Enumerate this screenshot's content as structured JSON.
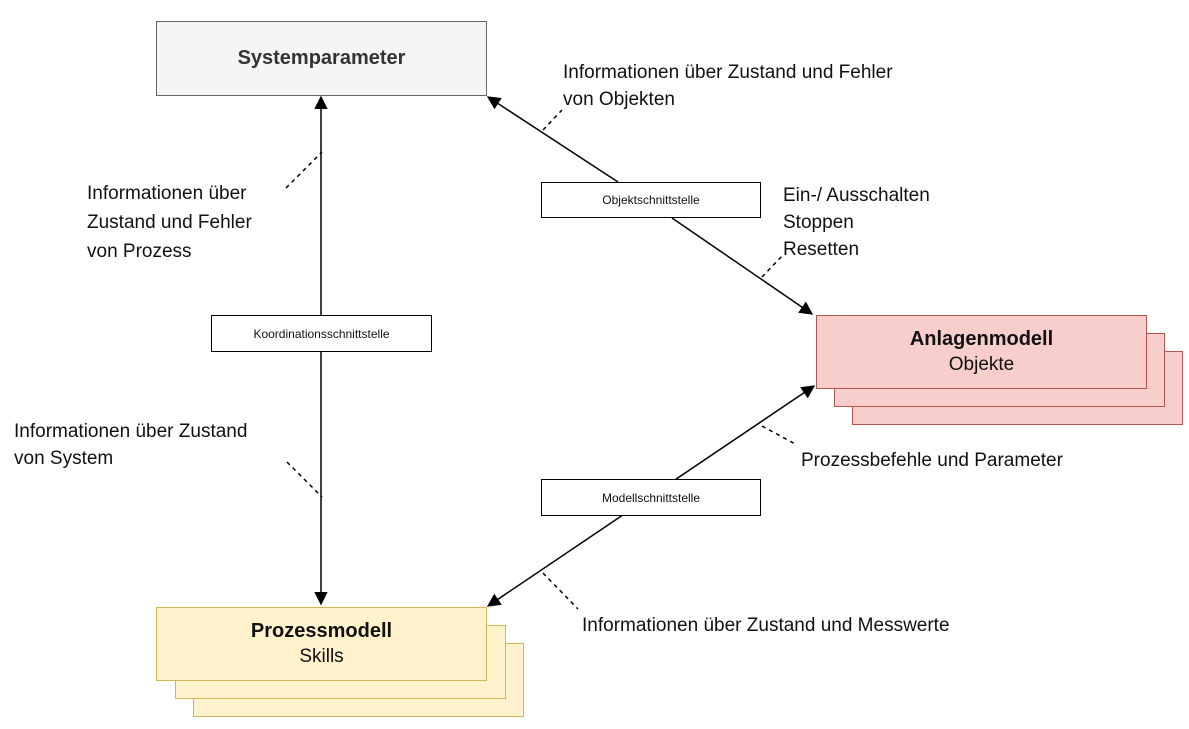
{
  "nodes": {
    "systemparameter": {
      "title": "Systemparameter"
    },
    "anlagenmodell": {
      "title": "Anlagenmodell",
      "subtitle": "Objekte"
    },
    "prozessmodell": {
      "title": "Prozessmodell",
      "subtitle": "Skills"
    }
  },
  "interfaces": {
    "objekt": "Objektschnittstelle",
    "koordination": "Koordinationsschnittstelle",
    "modell": "Modellschnittstelle"
  },
  "notes": {
    "objekt_info": [
      "Informationen über Zustand und Fehler",
      "von Objekten"
    ],
    "commands": [
      "Ein-/ Ausschalten",
      "Stoppen",
      "Resetten"
    ],
    "prozess_info": [
      "Informationen über",
      "Zustand und Fehler",
      "von Prozess"
    ],
    "system_info": [
      "Informationen über Zustand",
      "von System"
    ],
    "befehle": [
      "Prozessbefehle und Parameter"
    ],
    "messwerte": [
      "Informationen über Zustand und Messwerte"
    ]
  }
}
